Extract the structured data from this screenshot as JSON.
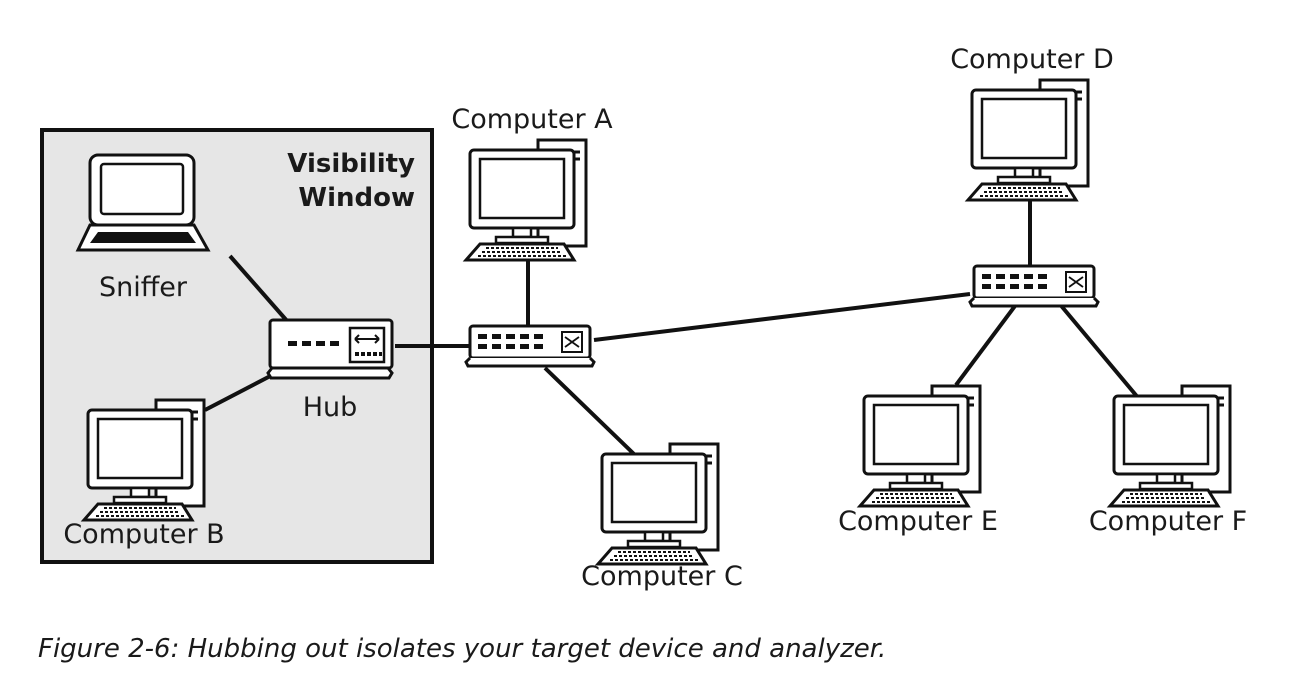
{
  "diagram": {
    "visibility_window_line1": "Visibility",
    "visibility_window_line2": "Window",
    "colors": {
      "stroke": "#111111",
      "window_fill": "#e6e6e6",
      "device_fill": "#ffffff"
    },
    "nodes": {
      "sniffer": {
        "label": "Sniffer",
        "icon": "laptop-icon"
      },
      "hub": {
        "label": "Hub",
        "icon": "hub-icon"
      },
      "computer_a": {
        "label": "Computer A",
        "icon": "desktop-computer-icon"
      },
      "computer_b": {
        "label": "Computer B",
        "icon": "desktop-computer-icon"
      },
      "computer_c": {
        "label": "Computer C",
        "icon": "desktop-computer-icon"
      },
      "computer_d": {
        "label": "Computer D",
        "icon": "desktop-computer-icon"
      },
      "computer_e": {
        "label": "Computer E",
        "icon": "desktop-computer-icon"
      },
      "computer_f": {
        "label": "Computer F",
        "icon": "desktop-computer-icon"
      },
      "switch_1": {
        "icon": "switch-icon"
      },
      "switch_2": {
        "icon": "switch-icon"
      }
    }
  },
  "caption": "Figure 2-6: Hubbing out isolates your target device and analyzer."
}
